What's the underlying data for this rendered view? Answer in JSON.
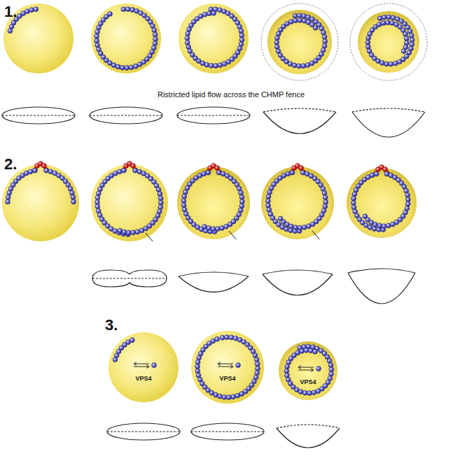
{
  "diagram": {
    "labels": [
      "1.",
      "Ristricted lipid flow across the CHMP fence",
      "2.",
      "3.",
      "VPS4",
      "VPS4",
      "VPS4"
    ]
  }
}
